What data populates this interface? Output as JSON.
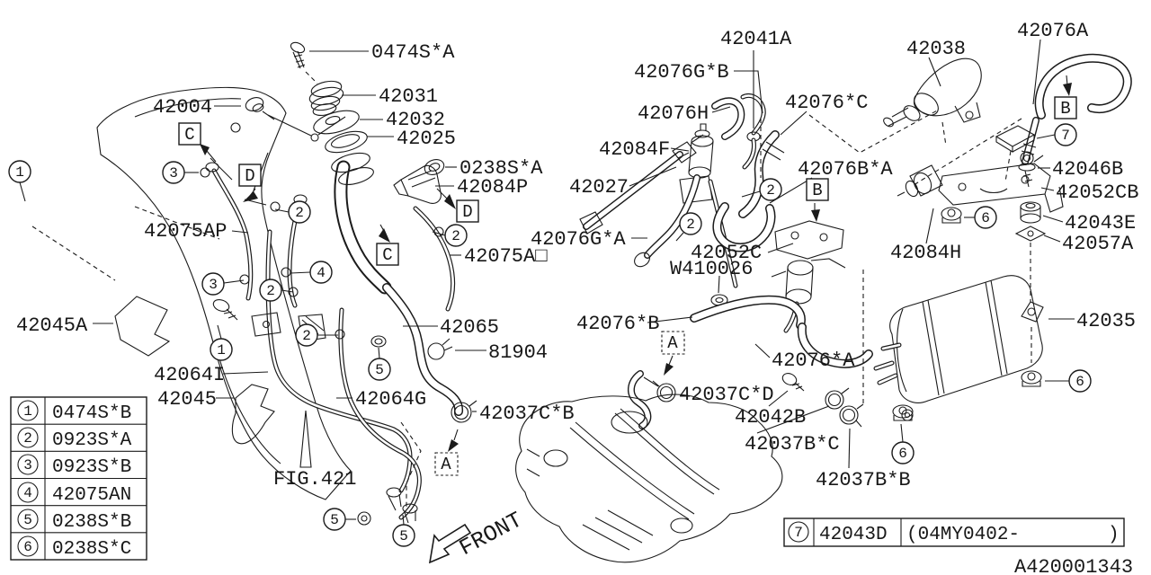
{
  "doc": {
    "diagram_code": "A420001343",
    "front_label": "FRONT",
    "fig_ref": "FIG.421"
  },
  "labels": {
    "s0474a": {
      "text": "0474S*A"
    },
    "p42004": {
      "text": "42004"
    },
    "p42031": {
      "text": "42031"
    },
    "p42032": {
      "text": "42032"
    },
    "p42025": {
      "text": "42025"
    },
    "s0238a": {
      "text": "0238S*A"
    },
    "p42084p": {
      "text": "42084P"
    },
    "p42027": {
      "text": "42027"
    },
    "p42075ap": {
      "text": "42075AP"
    },
    "p42075ad": {
      "text": "42075A□"
    },
    "p42041a": {
      "text": "42041A"
    },
    "p42076gb": {
      "text": "42076G*B"
    },
    "p42076h": {
      "text": "42076H"
    },
    "p42084f": {
      "text": "42084F"
    },
    "p42076c": {
      "text": "42076*C"
    },
    "p42076ba": {
      "text": "42076B*A"
    },
    "p42038": {
      "text": "42038"
    },
    "p42076a": {
      "text": "42076A"
    },
    "p42046b": {
      "text": "42046B"
    },
    "p42052cb": {
      "text": "42052CB"
    },
    "p42043e": {
      "text": "42043E"
    },
    "p42057a": {
      "text": "42057A"
    },
    "p42084h": {
      "text": "42084H"
    },
    "p42052c": {
      "text": "42052C"
    },
    "pw410026": {
      "text": "W410026"
    },
    "p42076ga": {
      "text": "42076G*A"
    },
    "p42076b": {
      "text": "42076*B"
    },
    "p42065": {
      "text": "42065"
    },
    "p81904": {
      "text": "81904"
    },
    "p42037cb": {
      "text": "42037C*B"
    },
    "p42064i": {
      "text": "42064I"
    },
    "p42045": {
      "text": "42045"
    },
    "p42045a": {
      "text": "42045A"
    },
    "p42064g": {
      "text": "42064G"
    },
    "p42037cd": {
      "text": "42037C*D"
    },
    "p42042b": {
      "text": "42042B"
    },
    "p42037bc": {
      "text": "42037B*C"
    },
    "p42037bb": {
      "text": "42037B*B"
    },
    "p42035": {
      "text": "42035"
    },
    "p42076a2": {
      "text": "42076*A"
    }
  },
  "callout_digits": {
    "n1": "1",
    "n2": "2",
    "n3": "3",
    "n4": "4",
    "n5": "5",
    "n6": "6",
    "n7": "7"
  },
  "ref_letters": {
    "A": "A",
    "B": "B",
    "C": "C",
    "D": "D"
  },
  "legend": {
    "rows": [
      {
        "num": "1",
        "code": "0474S*B"
      },
      {
        "num": "2",
        "code": "0923S*A"
      },
      {
        "num": "3",
        "code": "0923S*B"
      },
      {
        "num": "4",
        "code": "42075AN"
      },
      {
        "num": "5",
        "code": "0238S*B"
      },
      {
        "num": "6",
        "code": "0238S*C"
      }
    ]
  },
  "legend7": {
    "num": "7",
    "part": "42043D",
    "applicability": "(04MY0402-",
    "close_paren": ")"
  },
  "colors": {
    "ink": "#1b1b1b",
    "background": "#ffffff"
  }
}
